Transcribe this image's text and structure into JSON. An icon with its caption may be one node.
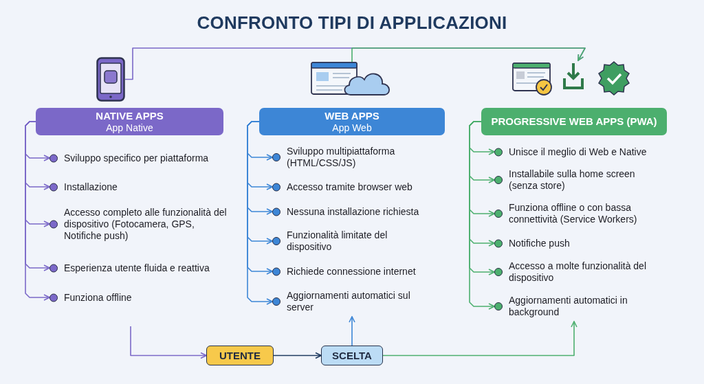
{
  "diagram": {
    "title": "CONFRONTO TIPI DI APPLICAZIONI",
    "nodes": [
      {
        "text": [
          "NATIVE APPS",
          "App Native"
        ]
      },
      {
        "text": [
          "Sviluppo specifico per piattaforma"
        ]
      },
      {
        "text": [
          "Installazione"
        ]
      },
      {
        "text": [
          "Accesso completo alle funzionalità del dispositivo (Fotocamera, GPS, Notifiche push)"
        ]
      },
      {
        "text": [
          "Esperienza utente fluida e reattiva"
        ]
      },
      {
        "text": [
          "Funziona offline"
        ]
      },
      {
        "text": [
          "WEB APPS",
          "App Web"
        ]
      },
      {
        "text": [
          "Sviluppo multipiattaforma (HTML/CSS/JS)"
        ]
      },
      {
        "text": [
          "Accesso tramite browser web"
        ]
      },
      {
        "text": [
          "Nessuna installazione richiesta"
        ]
      },
      {
        "text": [
          "Funzionalità limitate del dispositivo"
        ]
      },
      {
        "text": [
          "Richiede connessione internet"
        ]
      },
      {
        "text": [
          "Aggiornamenti automatici sul server"
        ]
      },
      {
        "text": [
          "PROGRESSIVE WEB APPS (PWA)"
        ]
      },
      {
        "text": [
          "Unisce il meglio di Web e Native"
        ]
      },
      {
        "text": [
          "Installabile sulla home screen (senza store)"
        ]
      },
      {
        "text": [
          "Funziona offline o con bassa connettività (Service Workers)"
        ]
      },
      {
        "text": [
          "Notifiche push"
        ]
      },
      {
        "text": [
          "Accesso a molte funzionalità del dispositivo"
        ]
      },
      {
        "text": [
          "Aggiornamenti automatici in background"
        ]
      },
      {
        "text": [
          "UTENTE"
        ]
      },
      {
        "text": [
          "SCELTA"
        ]
      },
      {
        "text": [],
        "shape": "picture"
      },
      {
        "text": [],
        "shape": "picture"
      },
      {
        "text": [],
        "shape": "picture"
      }
    ],
    "edges": [
      {
        "from": 0,
        "to": 1,
        "arrow": "to",
        "color": "#7b68c8"
      },
      {
        "from": 0,
        "to": 2,
        "arrow": "to",
        "color": "#7b68c8"
      },
      {
        "from": 0,
        "to": 3,
        "arrow": "to",
        "color": "#7b68c8"
      },
      {
        "from": 0,
        "to": 4,
        "arrow": "to",
        "color": "#7b68c8"
      },
      {
        "from": 0,
        "to": 5,
        "arrow": "to",
        "color": "#7b68c8"
      },
      {
        "from": 6,
        "to": 7,
        "arrow": "to",
        "color": "#3d86d6"
      },
      {
        "from": 6,
        "to": 8,
        "arrow": "to",
        "color": "#3d86d6"
      },
      {
        "from": 6,
        "to": 9,
        "arrow": "to",
        "color": "#3d86d6"
      },
      {
        "from": 6,
        "to": 10,
        "arrow": "to",
        "color": "#3d86d6"
      },
      {
        "from": 6,
        "to": 11,
        "arrow": "to",
        "color": "#3d86d6"
      },
      {
        "from": 6,
        "to": 12,
        "arrow": "to",
        "color": "#3d86d6"
      },
      {
        "from": 13,
        "to": 14,
        "arrow": "to",
        "color": "#4caf6e"
      },
      {
        "from": 13,
        "to": 15,
        "arrow": "to",
        "color": "#4caf6e"
      },
      {
        "from": 13,
        "to": 16,
        "arrow": "to",
        "color": "#4caf6e"
      },
      {
        "from": 13,
        "to": 17,
        "arrow": "to",
        "color": "#4caf6e"
      },
      {
        "from": 13,
        "to": 18,
        "arrow": "to",
        "color": "#4caf6e"
      },
      {
        "from": 13,
        "to": 19,
        "arrow": "to",
        "color": "#4caf6e"
      },
      {
        "from": 22,
        "to": 24,
        "arrow": "to",
        "color": "#7b68c8"
      },
      {
        "from": 23,
        "to": 24,
        "arrow": "to",
        "color": "#4caf6e"
      },
      {
        "from": null,
        "to": 20,
        "arrow": "to",
        "color": "#7b68c8"
      },
      {
        "from": 20,
        "to": 21,
        "arrow": "to",
        "color": "#1f3a5f"
      },
      {
        "from": 21,
        "to": 12,
        "arrow": "to",
        "color": "#3d86d6"
      },
      {
        "from": 21,
        "to": 19,
        "arrow": "to",
        "color": "#4caf6e"
      }
    ]
  }
}
